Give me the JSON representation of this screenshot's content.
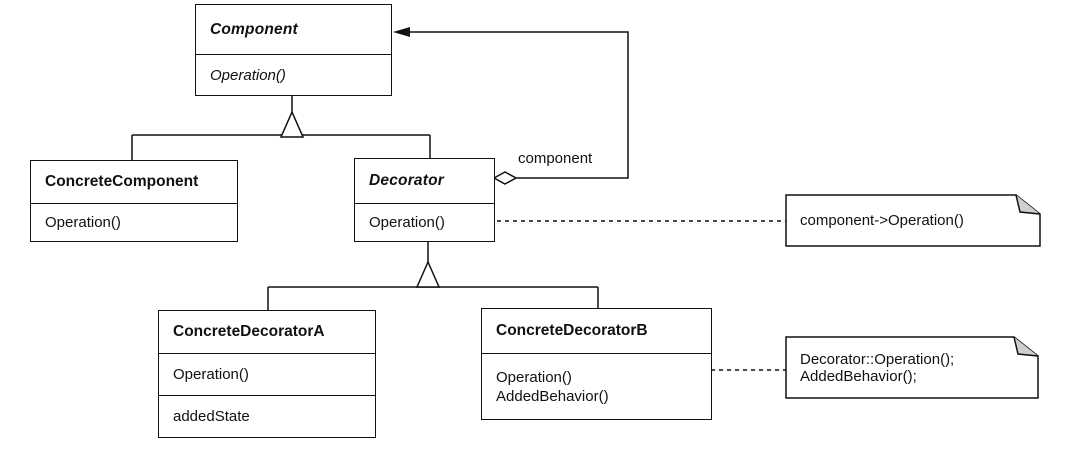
{
  "classes": {
    "component": {
      "name": "Component",
      "operations": [
        "Operation()"
      ]
    },
    "concrete_component": {
      "name": "ConcreteComponent",
      "operations": [
        "Operation()"
      ]
    },
    "decorator": {
      "name": "Decorator",
      "operations": [
        "Operation()"
      ]
    },
    "concrete_decorator_a": {
      "name": "ConcreteDecoratorA",
      "operations": [
        "Operation()"
      ],
      "attributes": [
        "addedState"
      ]
    },
    "concrete_decorator_b": {
      "name": "ConcreteDecoratorB",
      "operations": [
        "Operation()",
        "AddedBehavior()"
      ]
    }
  },
  "associations": {
    "decorator_component_label": "component"
  },
  "notes": {
    "decorator_operation": {
      "lines": [
        "component->Operation()"
      ]
    },
    "decorator_b_operation": {
      "lines": [
        "Decorator::Operation();",
        "AddedBehavior();"
      ]
    }
  }
}
